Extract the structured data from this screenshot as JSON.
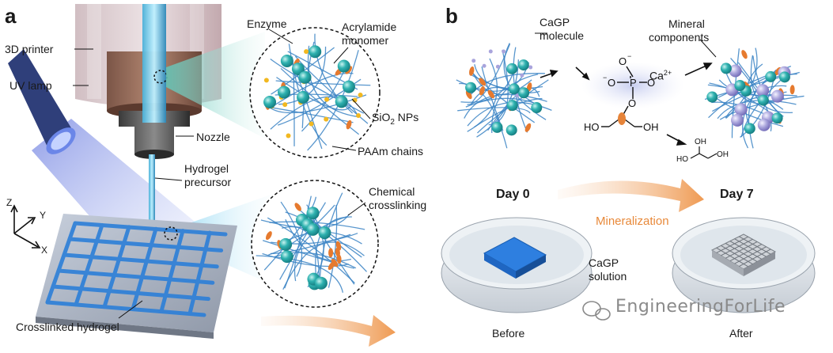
{
  "panel_a": {
    "letter": "a",
    "labels": {
      "printer": "3D printer",
      "uv_lamp": "UV lamp",
      "nozzle": "Nozzle",
      "hydrogel_precursor_1": "Hydrogel",
      "hydrogel_precursor_2": "precursor",
      "crosslinked": "Crosslinked hydrogel",
      "enzyme": "Enzyme",
      "acrylamide_1": "Acrylamide",
      "acrylamide_2": "monomer",
      "sio2": "SiO",
      "sio2_sub": "2",
      "sio2_tail": " NPs",
      "paam": "PAAm chains",
      "chemical_1": "Chemical",
      "chemical_2": "crosslinking",
      "axis_z": "Z",
      "axis_y": "Y",
      "axis_x": "X"
    }
  },
  "panel_b": {
    "letter": "b",
    "labels": {
      "cagp_1": "CaGP",
      "cagp_2": "molecule",
      "mineral_1": "Mineral",
      "mineral_2": "components",
      "ca": "Ca",
      "ca_sup": "2+",
      "day0": "Day 0",
      "day7": "Day 7",
      "mineralization": "Mineralization",
      "solution_1": "CaGP",
      "solution_2": "solution",
      "before": "Before",
      "after": "After"
    },
    "chem": {
      "o_minus_top": "O",
      "o_minus_left": "O",
      "o_minus_right": "O",
      "p": "P",
      "o_link": "O",
      "oh_left": "HO",
      "oh_right": "OH",
      "glycerol_oh_top": "OH",
      "glycerol_ho": "HO",
      "glycerol_oh": "OH"
    }
  },
  "watermark": "EngineeringForLife",
  "colors": {
    "bead": "#27a7a8",
    "enzyme": "#e67a2e",
    "monomer": "#f2b820",
    "chain": "#3b84c4",
    "mineral": "#a9a4dc",
    "arrow": "#f0a060"
  }
}
